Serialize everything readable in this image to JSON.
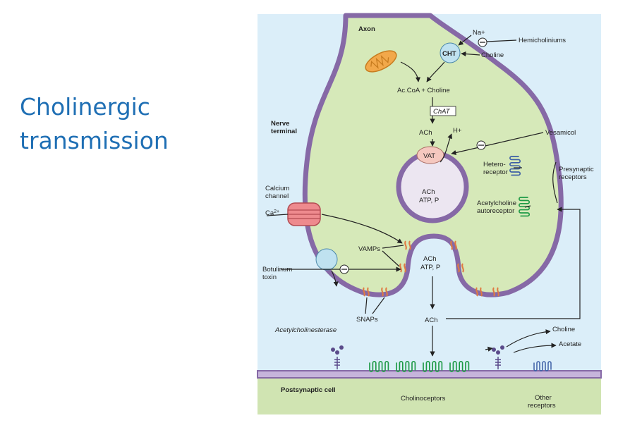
{
  "slide": {
    "title_line1": "Cholinergic",
    "title_line2": "transmission"
  },
  "diagram": {
    "colors": {
      "extracellular": "#dbeef9",
      "cytoplasm": "#d6e9b9",
      "membrane": "#8669a6",
      "postsynaptic": "#d0e4b2",
      "title": "#1f6fb4",
      "receptor_green": "#1e9a45",
      "receptor_blue": "#3c5fa6",
      "snare": "#e07a42"
    },
    "labels": {
      "axon": "Axon",
      "na": "Na+",
      "hemicholiniums": "Hemicholiniums",
      "cht": "CHT",
      "choline_top": "Choline",
      "acCoA": "Ac.CoA + Choline",
      "chat": "ChAT",
      "ach_cyto": "ACh",
      "h_plus": "H+",
      "vesamicol": "Vesamicol",
      "nerve_terminal_1": "Nerve",
      "nerve_terminal_2": "terminal",
      "vat": "VAT",
      "hetero_1": "Hetero-",
      "hetero_2": "receptor",
      "presyn_1": "Presynaptic",
      "presyn_2": "receptors",
      "vesicle_ach": "ACh",
      "vesicle_atp": "ATP, P",
      "auto_1": "Acetylcholine",
      "auto_2": "autoreceptor",
      "calcium_1": "Calcium",
      "calcium_2": "channel",
      "ca": "Ca",
      "ca_sup": "2+",
      "vamps": "VAMPs",
      "fusion_ach": "ACh",
      "fusion_atp": "ATP, P",
      "botulinum_1": "Botulinum",
      "botulinum_2": "toxin",
      "snaps": "SNAPs",
      "ach_cleft": "ACh",
      "ache": "Acetylcholinesterase",
      "choline_cleft": "Choline",
      "acetate": "Acetate",
      "postsynaptic_cell": "Postsynaptic cell",
      "cholinoceptors": "Cholinoceptors",
      "other_1": "Other",
      "other_2": "receptors"
    },
    "icons": {
      "inhibition": "minus-circle-icon",
      "mitochondrion": "mitochondrion-icon",
      "receptor": "seven-transmembrane-receptor-icon",
      "enzyme": "acetylcholinesterase-icon",
      "snare": "snare-protein-icon"
    }
  }
}
